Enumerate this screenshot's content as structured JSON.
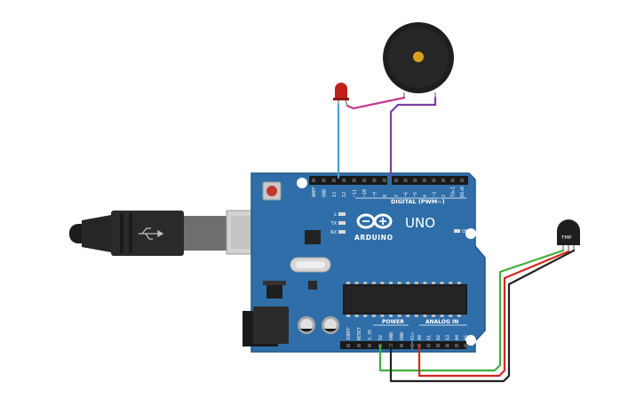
{
  "board": {
    "model_label": "UNO",
    "brand_label": "ARDUINO",
    "digital_header_label": "DIGITAL (PWM~)",
    "power_label": "POWER",
    "analog_label": "ANALOG IN",
    "on_label": "ON",
    "led_labels": [
      "L",
      "TX",
      "RX"
    ],
    "digital_pins": [
      "AREF",
      "GND",
      "13",
      "12",
      "~11",
      "~10",
      "~9",
      "8",
      "7",
      "~6",
      "~5",
      "4",
      "~3",
      "2",
      "TX▸1",
      "RX◂0"
    ],
    "power_pins": [
      "IOREF",
      "RESET",
      "3.3V",
      "5V",
      "GND",
      "GND",
      "Vin"
    ],
    "analog_pins": [
      "A0",
      "A1",
      "A2",
      "A3",
      "A4",
      "A5"
    ]
  },
  "sensor": {
    "label": "TMP"
  },
  "colors": {
    "board": "#2f6ea8",
    "board_dark": "#245a8c",
    "wire_led": "#3fa3d8",
    "wire_led2": "#c23b8c",
    "wire_buzzer": "#7b3fa0",
    "wire_power": "#3fae3a",
    "wire_signal": "#d7261e",
    "wire_ground": "#222222"
  }
}
